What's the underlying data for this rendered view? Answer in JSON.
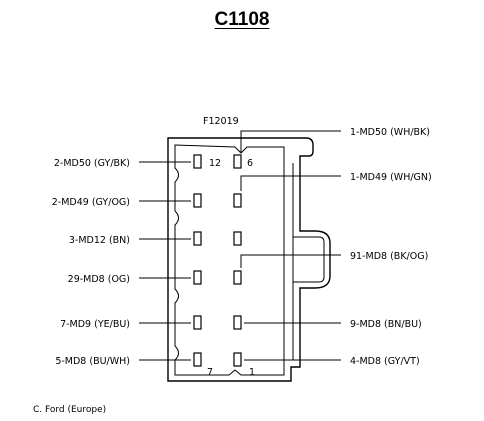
{
  "title": "C1108",
  "part_number": "F12019",
  "copyright": "C. Ford (Europe)",
  "cavity_numbers": {
    "top_left": "12",
    "top_right": "6",
    "bottom_left": "7",
    "bottom_right": "1"
  },
  "left_labels": [
    "2-MD50 (GY/BK)",
    "2-MD49 (GY/OG)",
    "3-MD12 (BN)",
    "29-MD8 (OG)",
    "7-MD9 (YE/BU)",
    "5-MD8 (BU/WH)"
  ],
  "right_labels": [
    "1-MD50 (WH/BK)",
    "1-MD49 (WH/GN)",
    "91-MD8 (BK/OG)",
    "9-MD8 (BN/BU)",
    "4-MD8 (GY/VT)"
  ]
}
